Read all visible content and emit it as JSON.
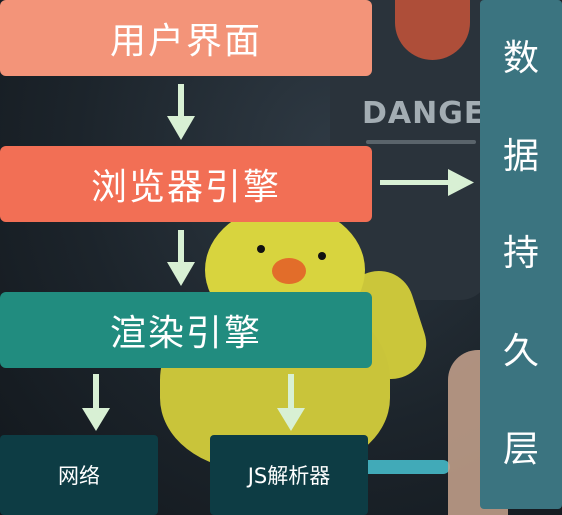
{
  "diagram": {
    "ui_layer": "用户界面",
    "browser_engine": "浏览器引擎",
    "render_engine": "渲染引擎",
    "network": "网络",
    "js_parser": "JS解析器",
    "data_persistence": [
      "数",
      "据",
      "持",
      "久",
      "层"
    ]
  },
  "background": {
    "shirt_text": "DANGE"
  },
  "colors": {
    "ui_layer": "#f39479",
    "browser_engine": "#f26f55",
    "render_engine": "#218c7f",
    "leaf_boxes": "#0d3c44",
    "data_persistence": "#3b7480",
    "arrow": "#d8f0d4"
  }
}
